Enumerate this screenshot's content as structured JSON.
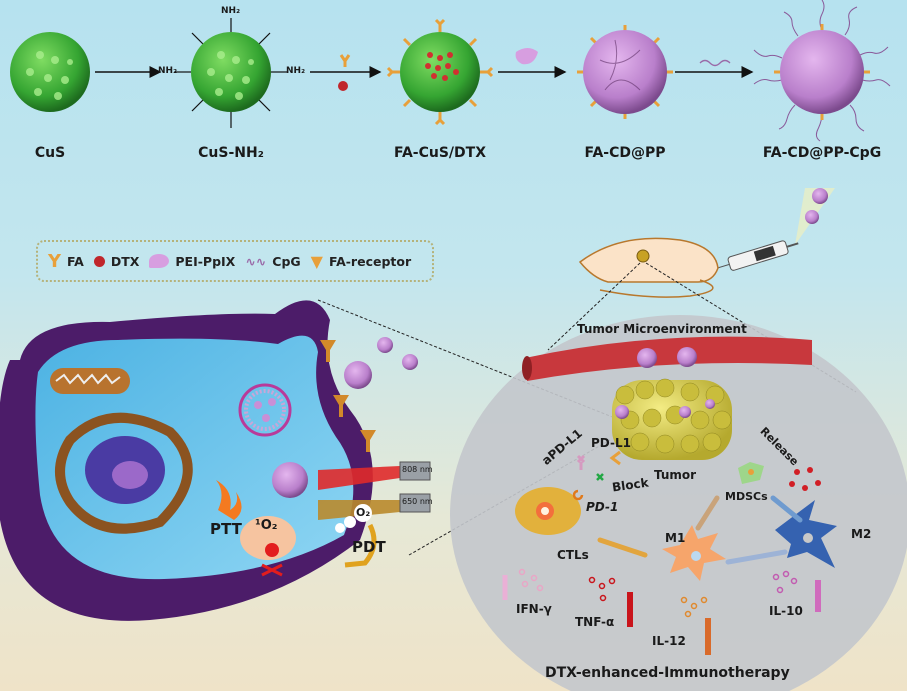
{
  "synthesis": {
    "steps": [
      {
        "label": "CuS"
      },
      {
        "label": "CuS-NH₂"
      },
      {
        "label": "FA-CuS/DTX"
      },
      {
        "label": "FA-CD@PP"
      },
      {
        "label": "FA-CD@PP-CpG"
      }
    ],
    "amine_label": "NH₂"
  },
  "legend": {
    "items": [
      {
        "icon": "fa-icon",
        "label": "FA"
      },
      {
        "icon": "dtx-icon",
        "label": "DTX"
      },
      {
        "icon": "pei-ppix-icon",
        "label": "PEI-PpIX"
      },
      {
        "icon": "cpg-icon",
        "label": "CpG"
      },
      {
        "icon": "fa-receptor-icon",
        "label": "FA-receptor"
      }
    ]
  },
  "cell": {
    "lasers": [
      "808 nm",
      "650 nm"
    ],
    "ptt_label": "PTT",
    "pdt_label": "PDT",
    "oxygen_label": "O₂",
    "singlet_oxygen_label": "¹O₂"
  },
  "tumor_panel": {
    "title": "Tumor Microenvironment",
    "labels": {
      "apdl1": "aPD-L1",
      "pdl1": "PD-L1",
      "tumor": "Tumor",
      "block": "Block",
      "release": "Release",
      "pd1": "PD-1",
      "mdscs": "MDSCs",
      "m1": "M1",
      "m2": "M2",
      "ctls": "CTLs",
      "ifn": "IFN-γ",
      "tnf": "TNF-α",
      "il12": "IL-12",
      "il10": "IL-10"
    },
    "footer": "DTX-enhanced-Immunotherapy"
  },
  "colors": {
    "cus_green": "#3fae3a",
    "pp_purple": "#c98fd6",
    "fa_orange": "#e8a03a",
    "dtx_red": "#c0262b",
    "membrane": "#5a1e7a",
    "cytoplasm": "#52b8e6",
    "vessel": "#c8383d",
    "tumor_yellow": "#d8cf4c"
  }
}
